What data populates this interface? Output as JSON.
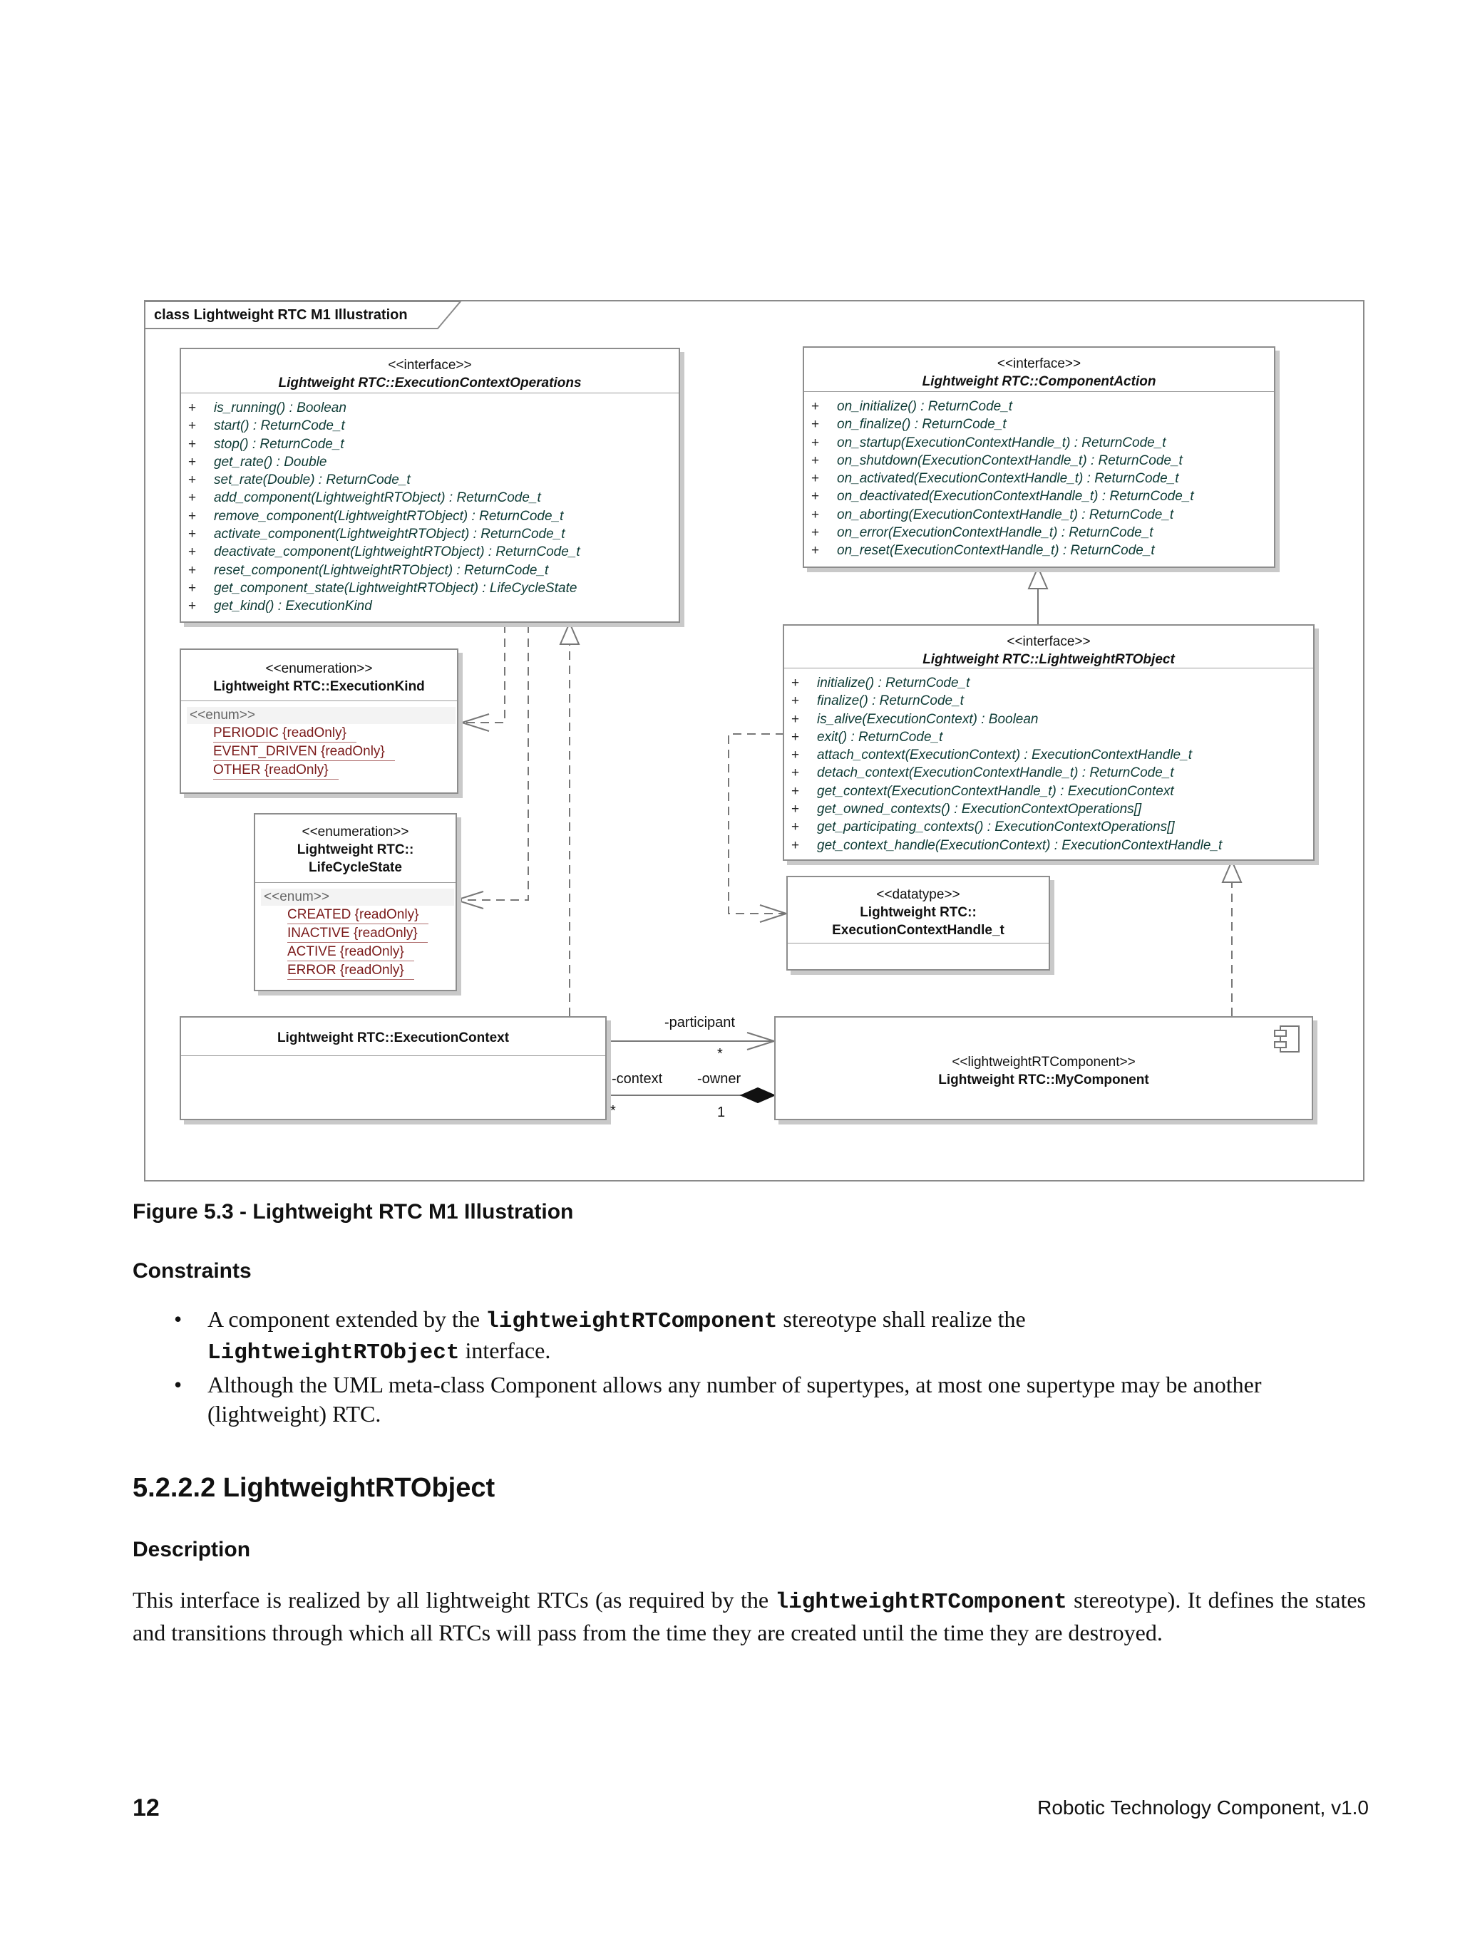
{
  "diagram": {
    "frame_title": "class Lightweight RTC M1 Illustration",
    "ec_ops": {
      "stereotype": "<<interface>>",
      "name": "Lightweight RTC::ExecutionContextOperations",
      "operations": [
        "is_running() : Boolean",
        "start() : ReturnCode_t",
        "stop() : ReturnCode_t",
        "get_rate() : Double",
        "set_rate(Double) : ReturnCode_t",
        "add_component(LightweightRTObject) : ReturnCode_t",
        "remove_component(LightweightRTObject) : ReturnCode_t",
        "activate_component(LightweightRTObject) : ReturnCode_t",
        "deactivate_component(LightweightRTObject) : ReturnCode_t",
        "reset_component(LightweightRTObject) : ReturnCode_t",
        "get_component_state(LightweightRTObject) : LifeCycleState",
        "get_kind() : ExecutionKind"
      ]
    },
    "component_action": {
      "stereotype": "<<interface>>",
      "name": "Lightweight RTC::ComponentAction",
      "operations": [
        "on_initialize() : ReturnCode_t",
        "on_finalize() : ReturnCode_t",
        "on_startup(ExecutionContextHandle_t) : ReturnCode_t",
        "on_shutdown(ExecutionContextHandle_t) : ReturnCode_t",
        "on_activated(ExecutionContextHandle_t) : ReturnCode_t",
        "on_deactivated(ExecutionContextHandle_t) : ReturnCode_t",
        "on_aborting(ExecutionContextHandle_t) : ReturnCode_t",
        "on_error(ExecutionContextHandle_t) : ReturnCode_t",
        "on_reset(ExecutionContextHandle_t) : ReturnCode_t"
      ]
    },
    "execution_kind": {
      "stereotype": "<<enumeration>>",
      "name": "Lightweight RTC::ExecutionKind",
      "enum_tag": "<<enum>>",
      "literals": [
        "PERIODIC {readOnly}",
        "EVENT_DRIVEN {readOnly}",
        "OTHER {readOnly}"
      ]
    },
    "lifecycle_state": {
      "stereotype": "<<enumeration>>",
      "name_line1": "Lightweight RTC::",
      "name_line2": "LifeCycleState",
      "enum_tag": "<<enum>>",
      "literals": [
        "CREATED {readOnly}",
        "INACTIVE {readOnly}",
        "ACTIVE {readOnly}",
        "ERROR {readOnly}"
      ]
    },
    "lw_rtobject": {
      "stereotype": "<<interface>>",
      "name": "Lightweight RTC::LightweightRTObject",
      "operations": [
        "initialize() : ReturnCode_t",
        "finalize() : ReturnCode_t",
        "is_alive(ExecutionContext) : Boolean",
        "exit() : ReturnCode_t",
        "attach_context(ExecutionContext) : ExecutionContextHandle_t",
        "detach_context(ExecutionContextHandle_t) : ReturnCode_t",
        "get_context(ExecutionContextHandle_t) : ExecutionContext",
        "get_owned_contexts() : ExecutionContextOperations[]",
        "get_participating_contexts() : ExecutionContextOperations[]",
        "get_context_handle(ExecutionContext) : ExecutionContextHandle_t"
      ]
    },
    "ec_handle": {
      "stereotype": "<<datatype>>",
      "name_line1": "Lightweight RTC::",
      "name_line2": "ExecutionContextHandle_t"
    },
    "execution_context": {
      "name": "Lightweight RTC::ExecutionContext"
    },
    "my_component": {
      "stereotype": "<<lightweightRTComponent>>",
      "name": "Lightweight RTC::MyComponent"
    },
    "assoc": {
      "participant": "-participant",
      "participant_mult": "*",
      "context": "-context",
      "context_mult": "*",
      "owner": "-owner",
      "owner_mult": "1"
    }
  },
  "caption": "Figure 5.3 - Lightweight RTC M1 Illustration",
  "constraints_heading": "Constraints",
  "bullets": [
    {
      "a": "A component extended by the ",
      "code1": "lightweightRTComponent",
      "b": " stereotype shall realize the",
      "code2": "LightweightRTObject",
      "c": " interface."
    },
    {
      "line1": "Although the UML meta-class Component allows any number of supertypes, at most one supertype may be another",
      "line2": "(lightweight) RTC."
    }
  ],
  "section_heading": "5.2.2.2  LightweightRTObject",
  "description_heading": "Description",
  "description": {
    "a": "This interface is realized by all lightweight RTCs (as required by the ",
    "code": "lightweightRTComponent",
    "b": " stereotype). It defines the states and transitions through which all RTCs will pass from the time they are created until the time they are destroyed."
  },
  "footer": {
    "page_number": "12",
    "title": "Robotic Technology Component, v1.0"
  },
  "bullet_glyph": "•",
  "plus_glyph": "+"
}
